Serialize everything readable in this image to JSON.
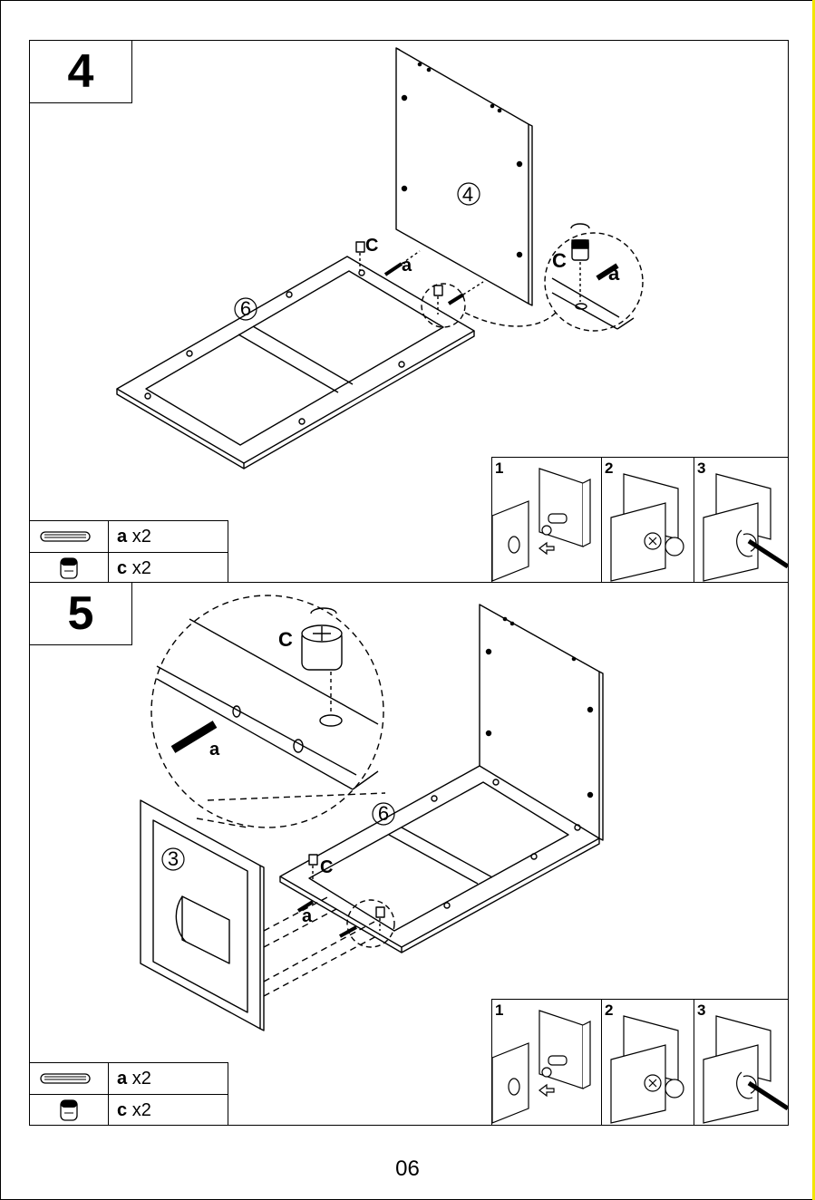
{
  "steps": [
    {
      "number": "4",
      "panels": {
        "moving": "4",
        "base": "6"
      },
      "callouts": {
        "cam_a": "C",
        "dowel_a": "a",
        "cam_b": "C",
        "dowel_b": "a"
      },
      "parts": [
        {
          "icon": "wood-dowel-icon",
          "letter": "a",
          "qty": "x2"
        },
        {
          "icon": "cam-lock-icon",
          "letter": "c",
          "qty": "x2"
        }
      ],
      "sequence": [
        "1",
        "2",
        "3"
      ]
    },
    {
      "number": "5",
      "panels": {
        "moving": "3",
        "base": "6"
      },
      "callouts": {
        "cam_a": "C",
        "dowel_a": "a",
        "cam_b": "C",
        "dowel_b": "a"
      },
      "parts": [
        {
          "icon": "wood-dowel-icon",
          "letter": "a",
          "qty": "x2"
        },
        {
          "icon": "cam-lock-icon",
          "letter": "c",
          "qty": "x2"
        }
      ],
      "sequence": [
        "1",
        "2",
        "3"
      ]
    }
  ],
  "page_number": "06"
}
